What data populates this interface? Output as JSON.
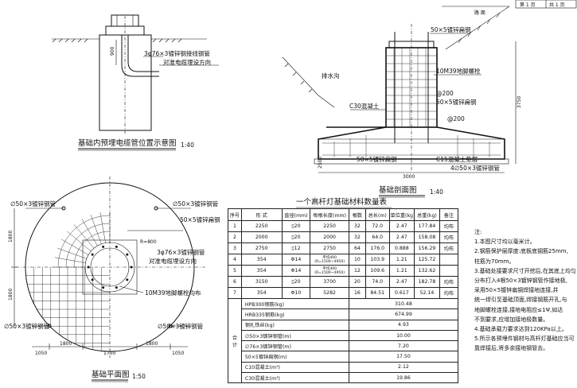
{
  "title_block": {
    "page": "第 1 页",
    "total": "共 1 页"
  },
  "sections": {
    "pipe_diagram": {
      "title": "基础内预埋电缆管位置示意图",
      "scale": "1:40",
      "label_pipe": "3φ76×3镀锌钢接线钢管",
      "label_cable": "对准电缆埋设方向",
      "dim": "900"
    },
    "section_view": {
      "title": "基础剖面图",
      "scale": "1:40",
      "top_label": "路 面",
      "labels": {
        "flat_steel": "50×5镀锌扁钢",
        "bolt": "10M39地脚螺栓",
        "drain": "排水沟",
        "spacing1": "@200",
        "spacing2": "@200",
        "concrete": "C30混凝土",
        "flat_steel2": "50×5镀锌扁钢",
        "c15": "C15混凝土垫层",
        "flat_steel3": "50×5镀锌扁钢",
        "angle_steel": "4∅50×3镀锌钢管"
      },
      "dims": {
        "height": "3750",
        "width": "3000",
        "base": "2500"
      }
    },
    "plan_view": {
      "title": "基础平面图",
      "scale": "1:50",
      "labels": {
        "pipe_tl": "∅50×3镀锌钢管",
        "pipe_tr": "∅50×3镀锌钢管",
        "flat": "50×5镀锌扁钢",
        "conduit": "3φ76×3镀锌钢管",
        "cable": "对准电缆埋设方向",
        "bolt": "10M39地脚螺栓均布",
        "pipe_bl": "∅50×3镀锌钢管",
        "pipe_br": "∅50×3镀锌钢管",
        "radius": "R=800"
      },
      "dims": {
        "left1": "1800",
        "left2": "1800",
        "b1": "1050",
        "b2": "1800",
        "b3": "1700",
        "b4": "1800",
        "b5": "1050"
      }
    }
  },
  "table": {
    "title": "一个高杆灯基础材料数量表",
    "headers": [
      "序号",
      "形 式",
      "直径(mm)",
      "每根长度(mm)",
      "根数",
      "总长(m)",
      "单位重(kg)",
      "总重(kg)",
      "备注"
    ],
    "rows": [
      [
        "1",
        "2250",
        "▯20",
        "2250",
        "32",
        "72.0",
        "2.47",
        "177.84",
        "均布"
      ],
      [
        "2",
        "2000",
        "▯20",
        "2000",
        "32",
        "64.0",
        "2.47",
        "158.08",
        "均布"
      ],
      [
        "3",
        "2750",
        "▯12",
        "2750",
        "64",
        "176.0",
        "0.888",
        "156.29",
        "均布"
      ],
      [
        "4",
        "354",
        "Φ14",
        "平均400\n(R=1500~4950)",
        "10",
        "103.9",
        "1.21",
        "125.72",
        ""
      ],
      [
        "5",
        "354",
        "Φ14",
        "平均400\n(R=1500~4950)",
        "12",
        "109.6",
        "1.21",
        "132.62",
        ""
      ],
      [
        "6",
        "3150",
        "▯20",
        "3700",
        "20",
        "74.0",
        "2.47",
        "182.78",
        "均布"
      ],
      [
        "7",
        "354",
        "Φ10",
        "5282",
        "16",
        "84.51",
        "0.617",
        "52.14",
        "均布"
      ]
    ],
    "summary_side": "合 计",
    "summary": [
      [
        "HPB300钢筋(kg)",
        "310.48"
      ],
      [
        "HRB335钢筋(kg)",
        "674.99"
      ],
      [
        "钢扎铁丝(kg)",
        "4.93"
      ],
      [
        "∅50×3镀锌钢管(m)",
        "10.00"
      ],
      [
        "∅76×3镀锌钢管(m)",
        "7.20"
      ],
      [
        "50×5镀锌扁钢(m)",
        "17.50"
      ],
      [
        "C10混凝土(m³)",
        "2.12"
      ],
      [
        "C30混凝土(m³)",
        "19.86"
      ]
    ]
  },
  "notes": {
    "heading": "注:",
    "lines": [
      "1.本图尺寸均以毫米计。",
      "2.钢筋保护层厚度:底板底钢筋25mm,",
      "  柱筋为70mm。",
      "3.基础处接要求尺寸开挖后,在其底上均匀",
      "  分布打入4根50×3镀锌钢管作接地极,",
      "  采用50×5镀锌扁钢焊接地连接,并",
      "  统一焊引至基础顶面,焊接钢筋开孔,与",
      "  地脚螺栓连接,接地电阻应≤1Ψ,如达",
      "  不到要求,应增加接地极数量。",
      "4.基础承载力要求达到120KPa以上。",
      "5.所示各预埋件钢材与高杆灯基础应当可",
      "  靠焊接后,将多余接地钢管去。"
    ]
  }
}
